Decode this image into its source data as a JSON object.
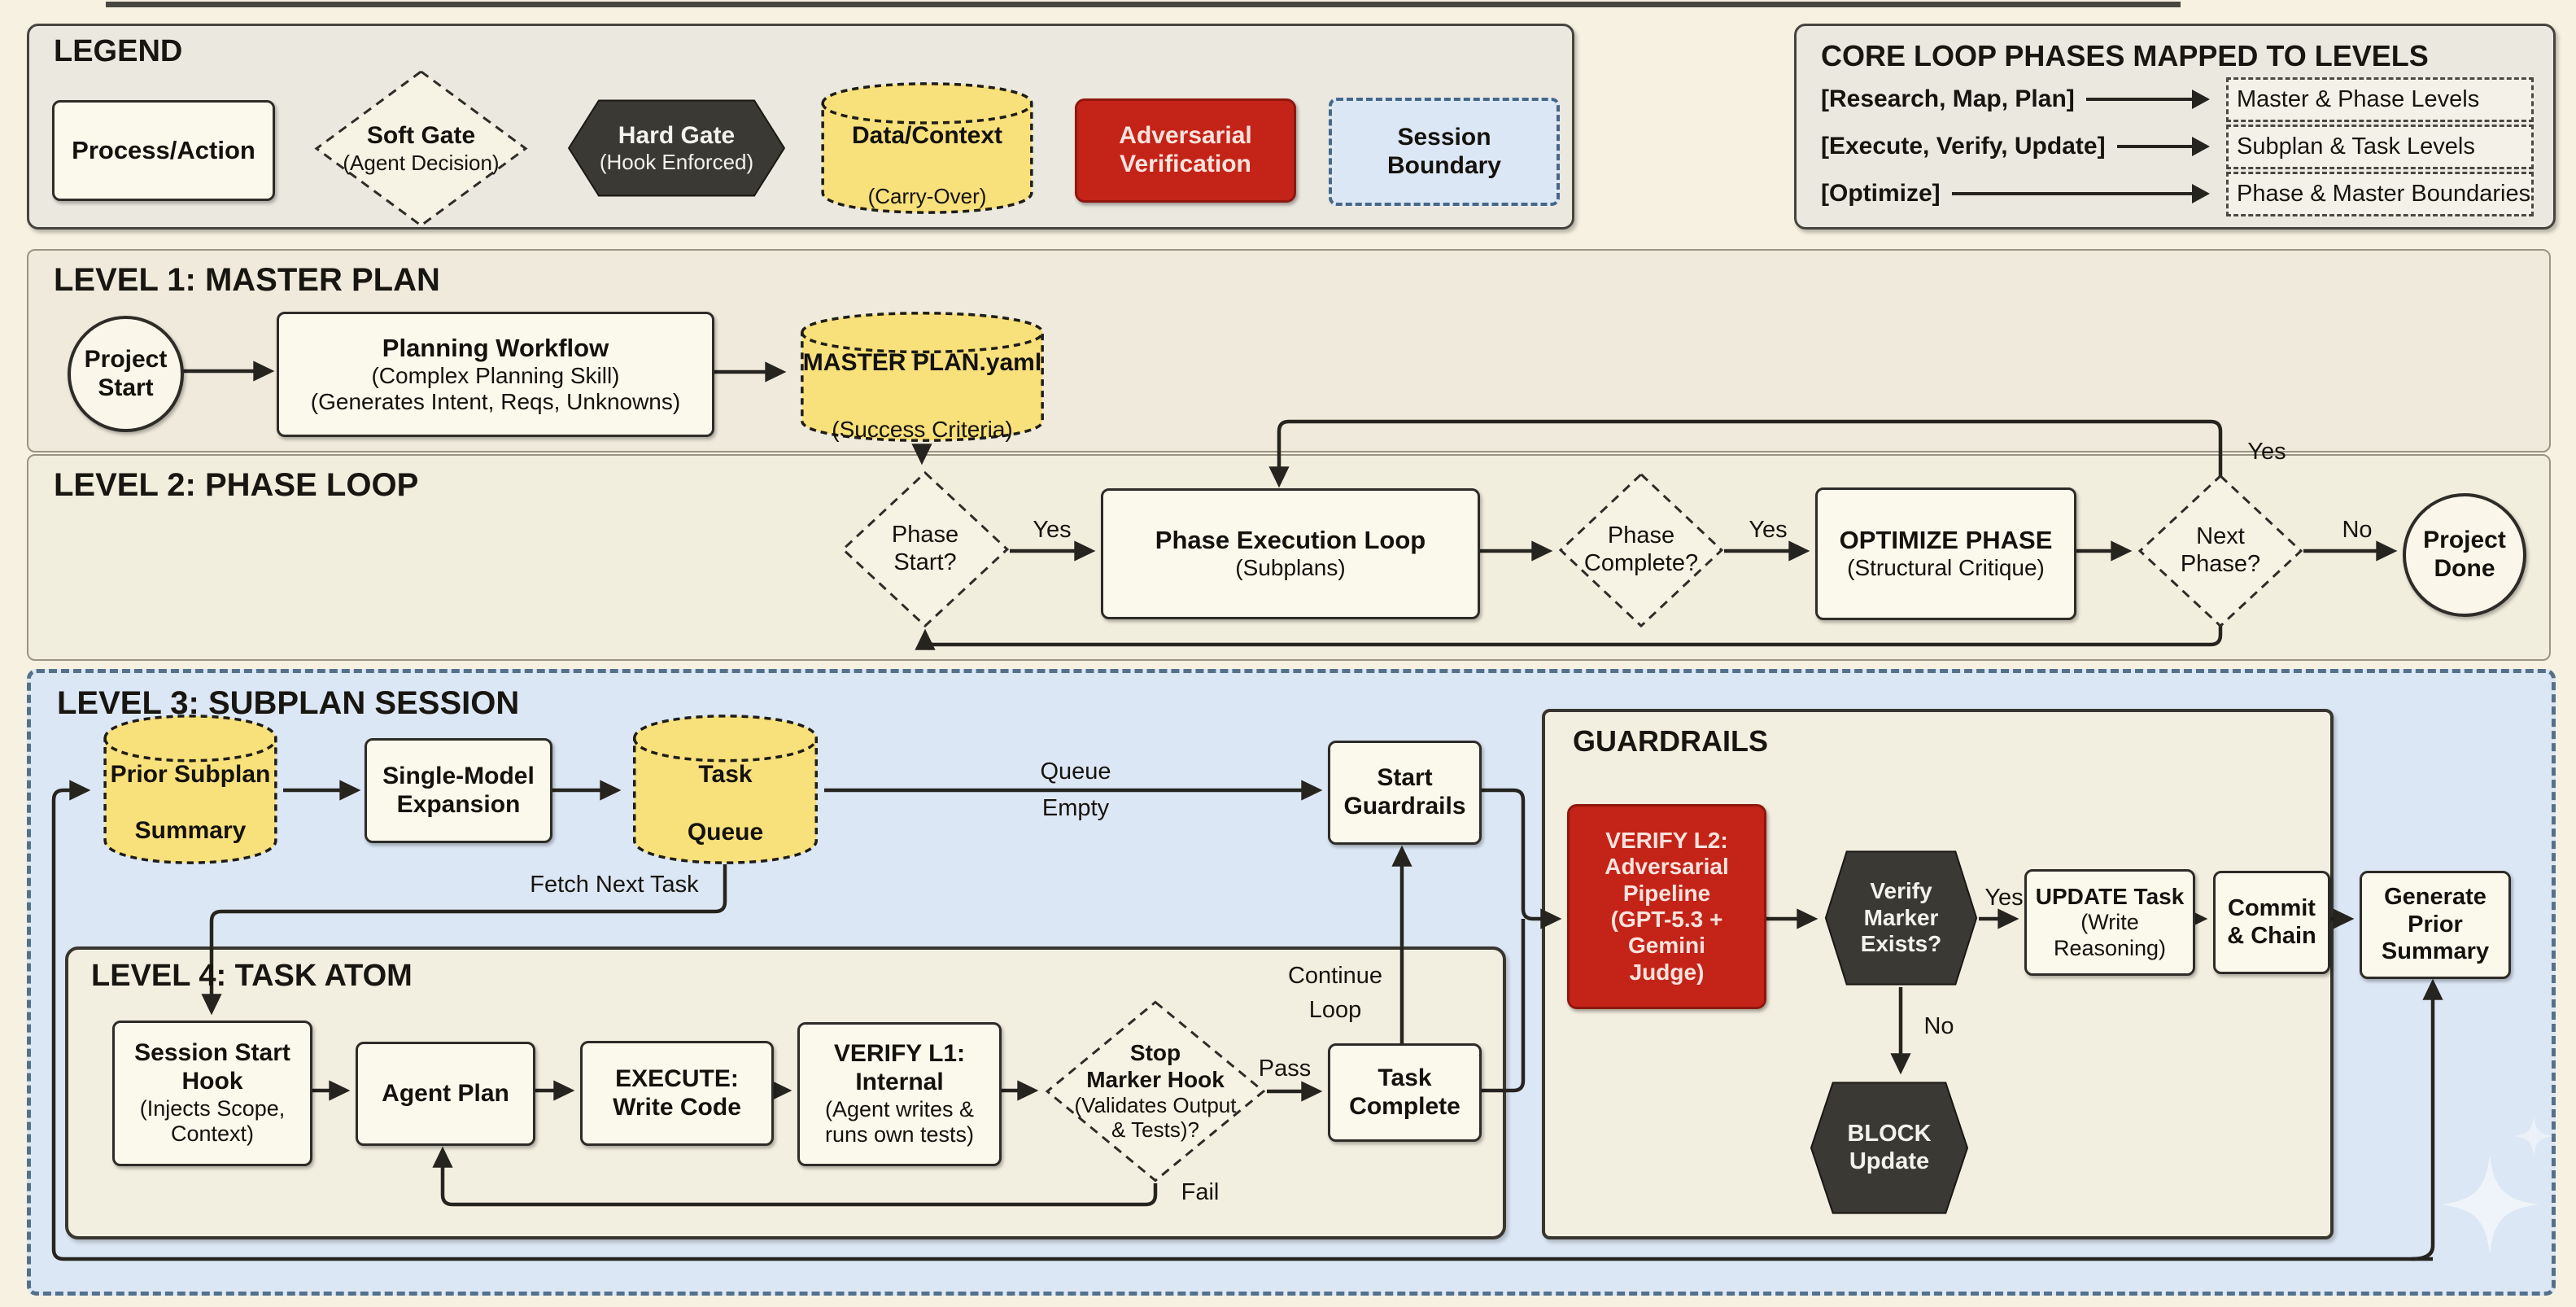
{
  "colors": {
    "accent_red": "#c42318",
    "accent_yellow": "#f8e07b",
    "gate_dark": "#3b3934",
    "session_blue": "#dce7f5",
    "wire": "#26241f"
  },
  "legend": {
    "title": "LEGEND",
    "process": {
      "label": "Process/Action"
    },
    "soft_gate": {
      "label": "Soft Gate",
      "sublabel": "(Agent Decision)"
    },
    "hard_gate": {
      "label": "Hard Gate",
      "sublabel": "(Hook Enforced)"
    },
    "data_context": {
      "label": "Data/Context",
      "sublabel": "(Carry-Over)"
    },
    "adversarial": {
      "line1": "Adversarial",
      "line2": "Verification"
    },
    "session": {
      "line1": "Session",
      "line2": "Boundary"
    }
  },
  "core_loop": {
    "title": "CORE LOOP PHASES MAPPED TO LEVELS",
    "rows": [
      {
        "phase": "[Research, Map, Plan]",
        "level": "Master & Phase Levels"
      },
      {
        "phase": "[Execute, Verify, Update]",
        "level": "Subplan & Task Levels"
      },
      {
        "phase": "[Optimize]",
        "level": "Phase & Master Boundaries"
      }
    ]
  },
  "level1": {
    "title": "LEVEL 1: MASTER PLAN",
    "project_start": {
      "line1": "Project",
      "line2": "Start"
    },
    "planning_workflow": {
      "line1": "Planning Workflow",
      "line2": "(Complex Planning Skill)",
      "line3": "(Generates Intent, Reqs, Unknowns)"
    },
    "master_plan": {
      "line1": "MASTER PLAN.yaml",
      "line2": "(Success Criteria)"
    }
  },
  "level2": {
    "title": "LEVEL 2: PHASE LOOP",
    "phase_start": {
      "line1": "Phase",
      "line2": "Start?"
    },
    "phase_execution": {
      "line1": "Phase Execution Loop",
      "line2": "(Subplans)"
    },
    "phase_complete": {
      "line1": "Phase",
      "line2": "Complete?"
    },
    "optimize_phase": {
      "line1": "OPTIMIZE PHASE",
      "line2": "(Structural Critique)"
    },
    "next_phase": {
      "line1": "Next",
      "line2": "Phase?"
    },
    "project_done": {
      "line1": "Project",
      "line2": "Done"
    },
    "labels": {
      "yes_start": "Yes",
      "yes_complete": "Yes",
      "no_next": "No",
      "yes_loop": "Yes"
    }
  },
  "level3": {
    "title": "LEVEL 3: SUBPLAN SESSION",
    "prior_subplan": {
      "line1": "Prior Subplan",
      "line2": "Summary"
    },
    "single_model": {
      "line1": "Single-Model",
      "line2": "Expansion"
    },
    "task_queue": {
      "line1": "Task",
      "line2": "Queue"
    },
    "start_guardrails": {
      "line1": "Start",
      "line2": "Guardrails"
    },
    "generate_prior": {
      "line1": "Generate",
      "line2": "Prior",
      "line3": "Summary"
    },
    "labels": {
      "queue_empty_1": "Queue",
      "queue_empty_2": "Empty",
      "fetch_next": "Fetch Next Task",
      "continue_1": "Continue",
      "continue_2": "Loop"
    }
  },
  "level4": {
    "title": "LEVEL 4: TASK ATOM",
    "session_hook": {
      "line1": "Session Start",
      "line2": "Hook",
      "line3": "(Injects Scope,",
      "line4": "Context)"
    },
    "agent_plan": {
      "line1": "Agent Plan"
    },
    "execute": {
      "line1": "EXECUTE:",
      "line2": "Write Code"
    },
    "verify_l1": {
      "line1": "VERIFY L1:",
      "line2": "Internal",
      "line3": "(Agent writes &",
      "line4": "runs own tests)"
    },
    "stop_marker": {
      "line1": "Stop",
      "line2": "Marker Hook",
      "line3": "(Validates Output",
      "line4": "& Tests)?"
    },
    "task_complete": {
      "line1": "Task",
      "line2": "Complete"
    },
    "labels": {
      "pass": "Pass",
      "fail": "Fail"
    }
  },
  "guardrails": {
    "title": "GUARDRAILS",
    "verify_l2": {
      "line1": "VERIFY L2:",
      "line2": "Adversarial",
      "line3": "Pipeline",
      "line4": "(GPT-5.3 +",
      "line5": "Gemini",
      "line6": "Judge)"
    },
    "verify_marker": {
      "line1": "Verify",
      "line2": "Marker",
      "line3": "Exists?"
    },
    "update_task": {
      "line1": "UPDATE Task",
      "line2": "(Write",
      "line3": "Reasoning)"
    },
    "commit_chain": {
      "line1": "Commit",
      "line2": "& Chain"
    },
    "block_update": {
      "line1": "BLOCK",
      "line2": "Update"
    },
    "labels": {
      "yes": "Yes",
      "no": "No"
    }
  }
}
